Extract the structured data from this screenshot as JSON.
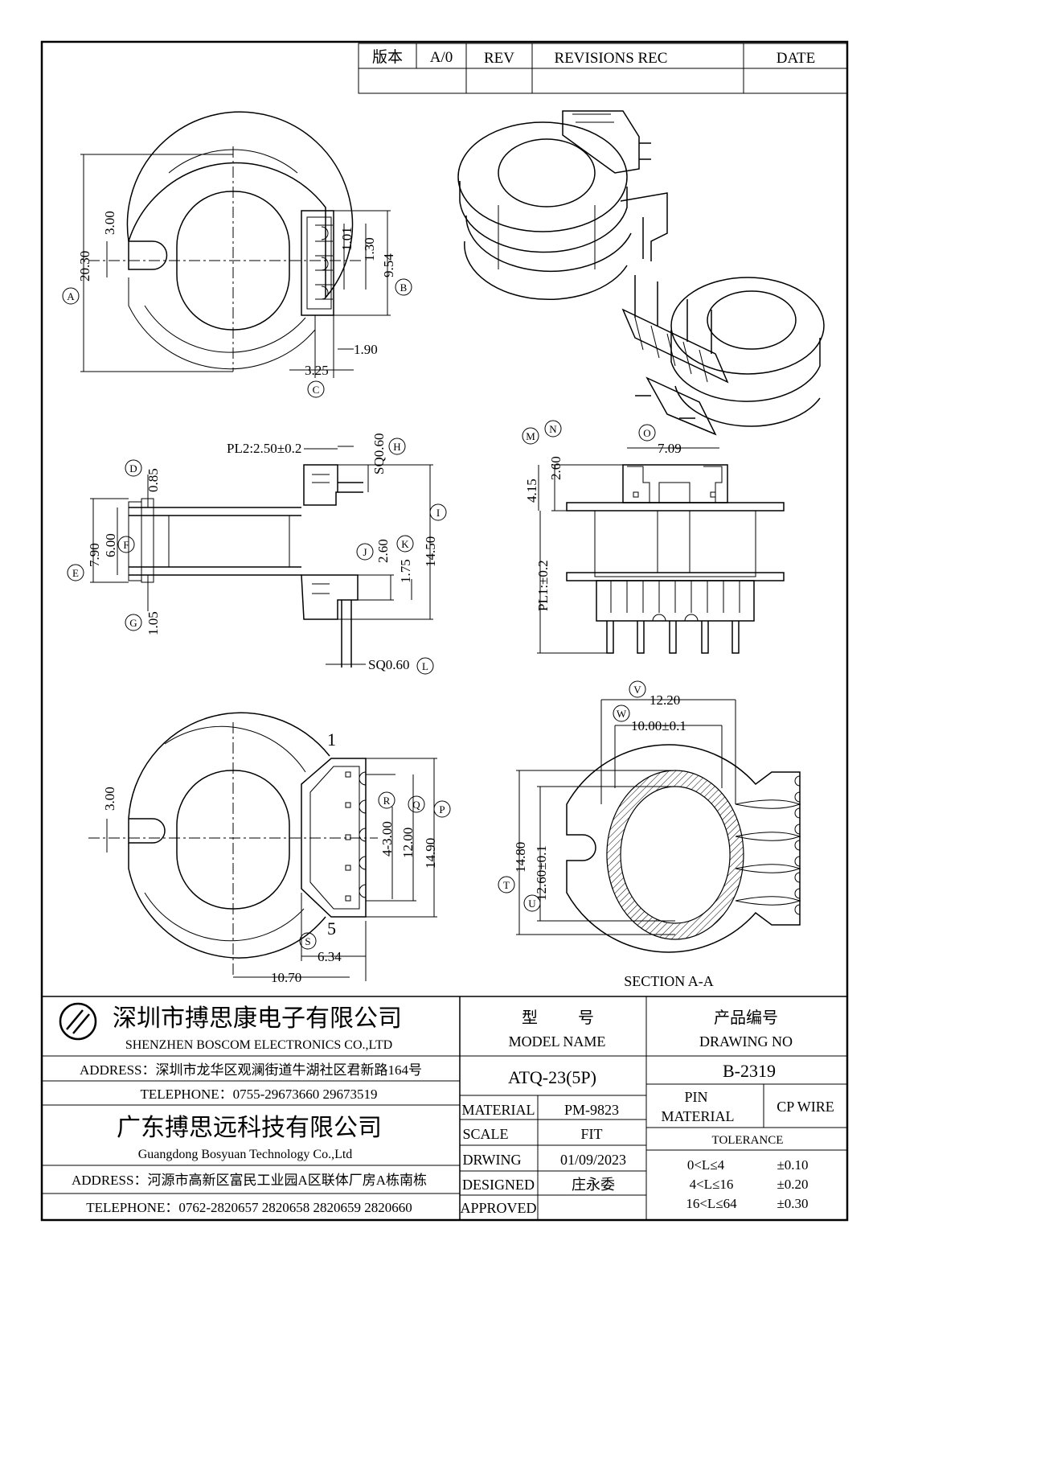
{
  "revision_block": {
    "version_label": "版本",
    "version_value": "A/0",
    "rev_label": "REV",
    "revisions_label": "REVISIONS REC",
    "date_label": "DATE"
  },
  "dimensions": {
    "top_view": {
      "a": "20.30",
      "b": "9.54",
      "c_lower": "3.25",
      "slot": "3.00",
      "d_101": "1.01",
      "d_130": "1.30",
      "d_190": "1.90"
    },
    "side_view": {
      "pl2": "PL2:2.50±0.2",
      "sq_h": "SQ0.60",
      "d_085": "0.85",
      "d_790": "7.90",
      "d_600": "6.00",
      "d_105": "1.05",
      "d_260": "2.60",
      "d_175": "1.75",
      "d_1450": "14.50",
      "sq_l": "SQ0.60"
    },
    "front_view": {
      "d_709": "7.09",
      "d_415": "4.15",
      "d_260": "2.60",
      "pl1": "PL1:±0.2"
    },
    "bottom_view": {
      "slot": "3.00",
      "pitch": "4-3.00",
      "d_1200": "12.00",
      "d_1490": "14.90",
      "d_634": "6.34",
      "d_1070": "10.70",
      "pin_first": "1",
      "pin_last": "5"
    },
    "section_view": {
      "d_1220": "12.20",
      "d_1000": "10.00±0.1",
      "d_1480": "14.80",
      "d_1260": "12.60±0.1",
      "caption": "SECTION A-A"
    }
  },
  "callouts": {
    "A": "A",
    "B": "B",
    "C": "C",
    "D": "D",
    "E": "E",
    "F": "F",
    "G": "G",
    "H": "H",
    "J": "J",
    "K": "K",
    "L": "L",
    "M": "M",
    "N": "N",
    "O": "O",
    "P": "P",
    "Q": "Q",
    "R": "R",
    "S": "S",
    "T": "T",
    "U": "U",
    "V": "V",
    "W": "W"
  },
  "title_block": {
    "company_cn": "深圳市搏思康电子有限公司",
    "company_en": "SHENZHEN BOSCOM ELECTRONICS CO.,LTD",
    "address1": "ADDRESS：深圳市龙华区观澜街道牛湖社区君新路164号",
    "telephone1": "TELEPHONE：0755-29673660 29673519",
    "company2_cn": "广东搏思远科技有限公司",
    "company2_en": "Guangdong Bosyuan Technology Co.,Ltd",
    "address2": "ADDRESS：河源市高新区富民工业园A区联体厂房A栋南栋",
    "telephone2": "TELEPHONE：0762-2820657 2820658 2820659 2820660",
    "model_cn_1": "型",
    "model_cn_2": "号",
    "model_en": "MODEL NAME",
    "drawing_cn": "产品编号",
    "drawing_en": "DRAWING NO",
    "model_value": "ATQ-23(5P)",
    "drawing_value": "B-2319",
    "material_label": "MATERIAL",
    "material_value": "PM-9823",
    "pin_material_label_1": "PIN",
    "pin_material_label_2": "MATERIAL",
    "pin_material_value": "CP WIRE",
    "scale_label": "SCALE",
    "scale_value": "FIT",
    "drawing_label": "DRWING",
    "drawing_date": "01/09/2023",
    "designed_label": "DESIGNED",
    "designed_value": "庄永委",
    "approved_label": "APPROVED",
    "approved_value": "",
    "tolerance_label": "TOLERANCE",
    "tolerances": [
      {
        "range": "0<L≤4",
        "value": "±0.10"
      },
      {
        "range": "4<L≤16",
        "value": "±0.20"
      },
      {
        "range": "16<L≤64",
        "value": "±0.30"
      }
    ]
  }
}
